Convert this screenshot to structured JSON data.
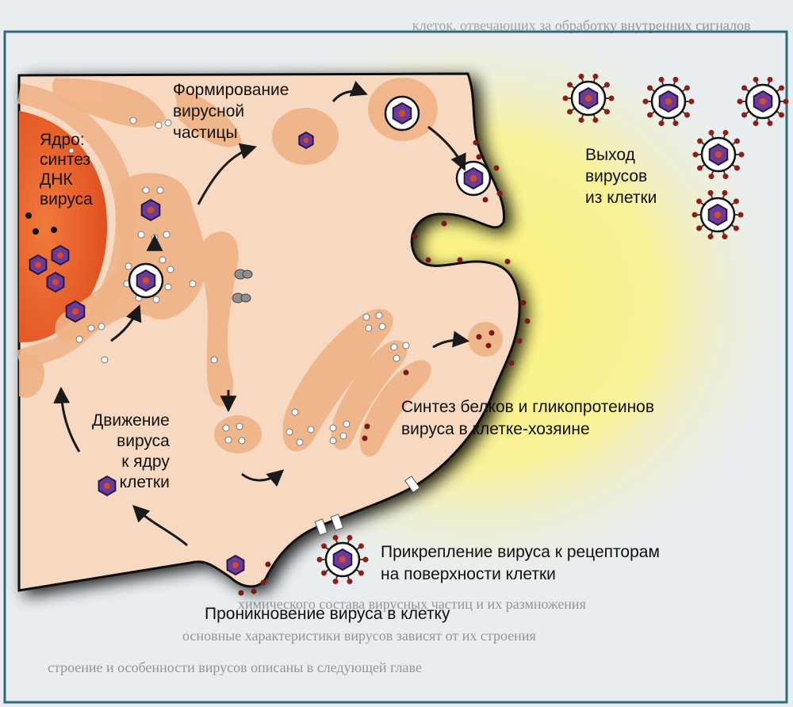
{
  "labels": {
    "nucleus": [
      "Ядро:",
      "синтез",
      "ДНК",
      "вируса"
    ],
    "assembly": [
      "Формирование",
      "вирусной",
      "частицы"
    ],
    "exit": [
      "Выход",
      "вирусов",
      "из клетки"
    ],
    "synthesis": [
      "Синтез белков и гликопротеинов",
      "вируса в клетке-хозяине"
    ],
    "movement": [
      "Движение",
      "вируса",
      "к ядру",
      "клетки"
    ],
    "attachment": [
      "Прикрепление вируса к рецепторам",
      "на поверхности клетки"
    ],
    "penetration": "Проникновение вируса в клетку"
  },
  "colors": {
    "cell_fill": "#f7d8c0",
    "organelle": "#efb386",
    "nucleus": "#e9632e",
    "glow": "#fdf17a",
    "capsid": "#6a3c96",
    "spike": "#8b1f1a"
  }
}
